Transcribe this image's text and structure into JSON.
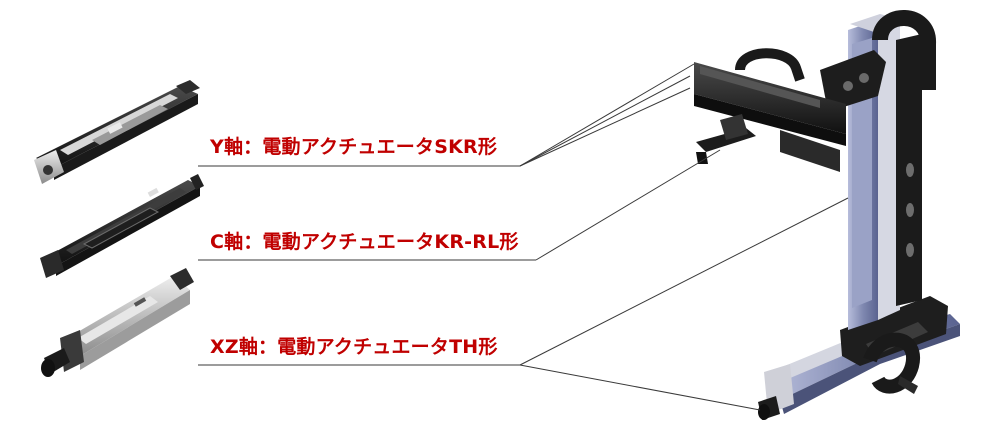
{
  "colors": {
    "label": "#c00000",
    "leader": "#3a3a3a",
    "actuator_dark": "#2b2b2b",
    "actuator_black": "#151515",
    "actuator_grey": "#8a8a8a",
    "actuator_silver": "#c9c9c9",
    "rail_blue": "#8a93b8"
  },
  "labels": {
    "y_axis": "Y軸：電動アクチュエータSKR形",
    "c_axis": "C軸：電動アクチュエータKR-RL形",
    "xz_axis": "XZ軸：電動アクチュエータTH形"
  },
  "images": {
    "skr": "skr-actuator-image",
    "kr_rl": "kr-rl-actuator-image",
    "th": "th-actuator-image",
    "robot": "gantry-robot-assembly-image"
  }
}
